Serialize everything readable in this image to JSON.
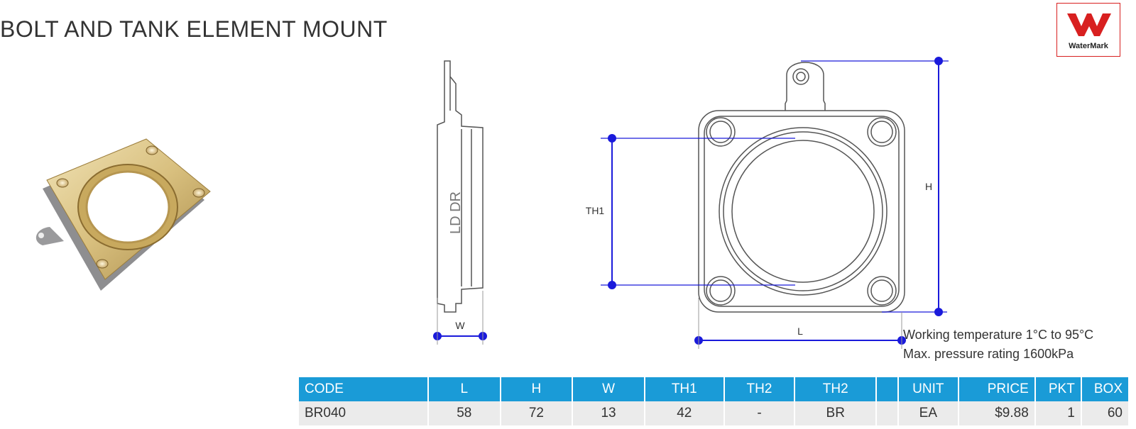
{
  "title": "BOLT AND TANK ELEMENT MOUNT",
  "certification": {
    "label": "WaterMark",
    "color": "#d82020"
  },
  "drawing": {
    "side_text": "LD DR",
    "dims": {
      "w": "W",
      "l": "L",
      "h": "H",
      "th1": "TH1"
    }
  },
  "specs": {
    "temperature": "Working temperature 1°C to 95°C",
    "pressure": "Max. pressure rating 1600kPa"
  },
  "table": {
    "headers": [
      "CODE",
      "L",
      "H",
      "W",
      "TH1",
      "TH2",
      "TH2",
      "",
      "UNIT",
      "PRICE",
      "PKT",
      "BOX"
    ],
    "row": [
      "BR040",
      "58",
      "72",
      "13",
      "42",
      "-",
      "BR",
      "",
      "EA",
      "$9.88",
      "1",
      "60"
    ]
  },
  "colors": {
    "header_bg": "#1a9bd7",
    "row_bg": "#ebebeb",
    "dimension_line": "#1a1adb"
  }
}
